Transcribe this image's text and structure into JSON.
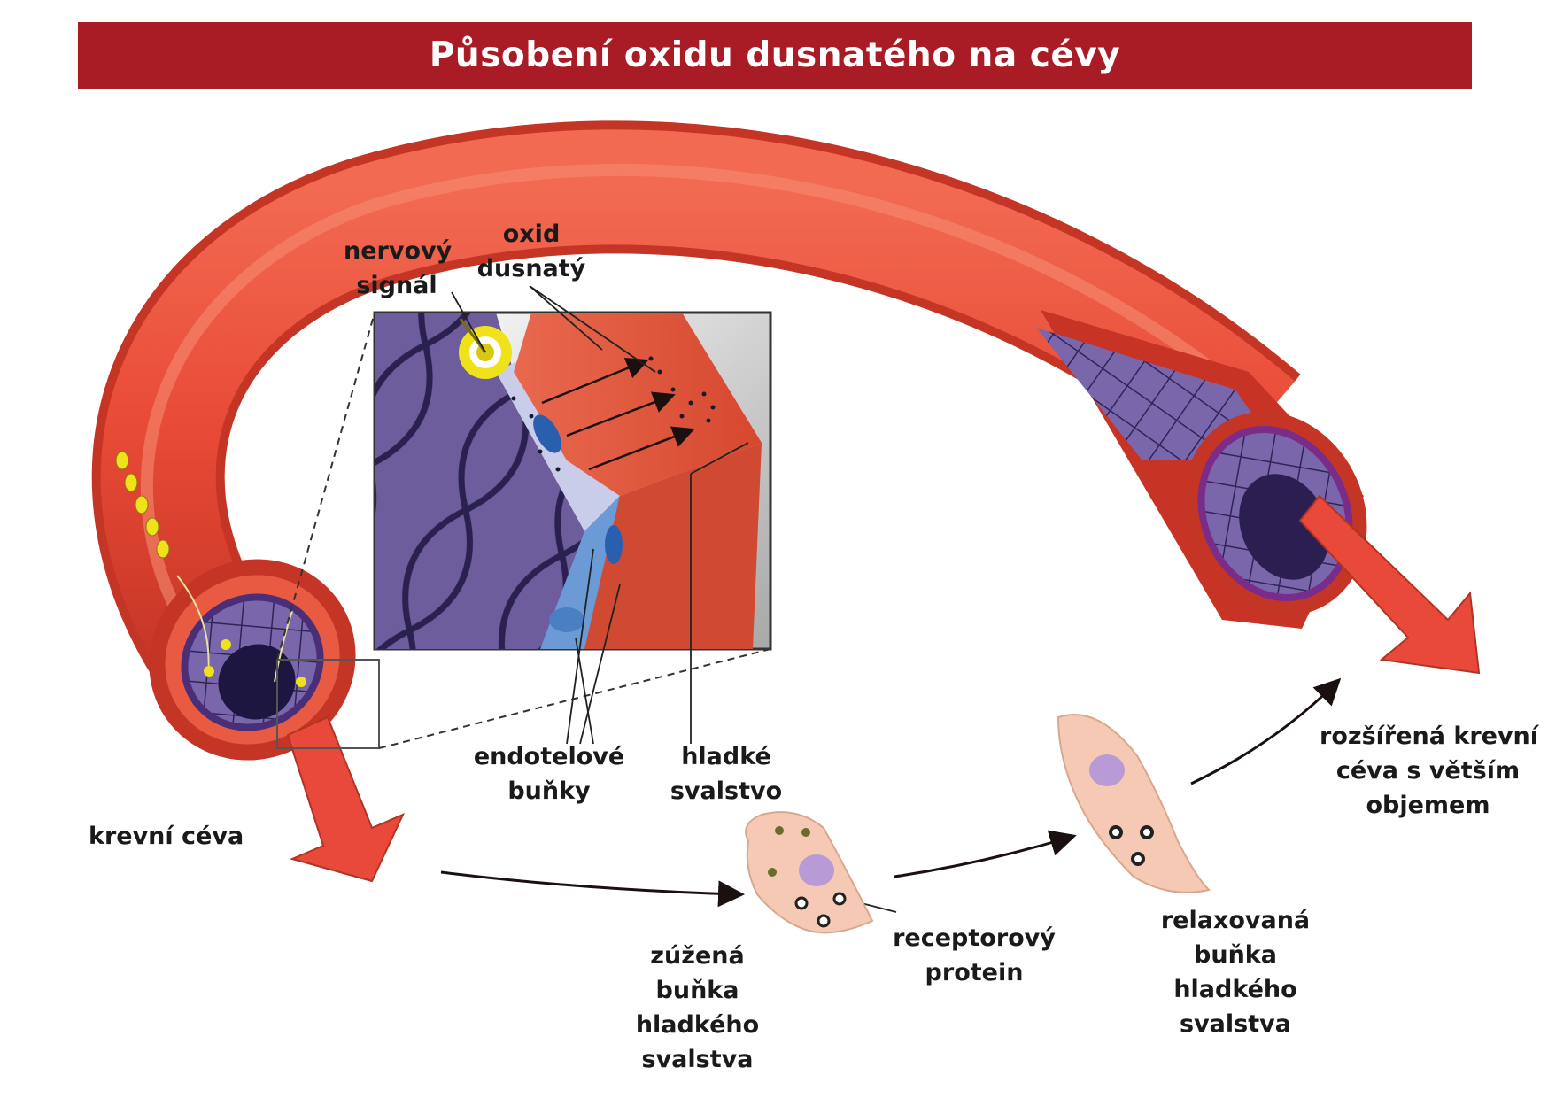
{
  "title": "Působení oxidu dusnatého na cévy",
  "labels": {
    "nerve_signal": [
      "nervový",
      "signál"
    ],
    "nitric_oxide": [
      "oxid",
      "dusnatý"
    ],
    "endothelial": [
      "endotelové",
      "buňky"
    ],
    "smooth_muscle": [
      "hladké",
      "svalstvo"
    ],
    "blood_vessel": [
      "krevní céva"
    ],
    "constricted_cell": [
      "zúžená",
      "buňka",
      "hladkého",
      "svalstva"
    ],
    "receptor": [
      "receptorový",
      "protein"
    ],
    "relaxed_cell": [
      "relaxovaná",
      "buňka",
      "hladkého",
      "svalstva"
    ],
    "dilated_vessel": [
      "rozšířená krevní",
      "céva s větším",
      "objemem"
    ]
  },
  "colors": {
    "title_bg": "#a91b25",
    "vessel": "#e8493a",
    "vessel_dark": "#c73426",
    "endothelium": "#6e5a9c",
    "cell": "#f6c9b4",
    "nucleus": "#b89ad6",
    "nerve": "#f0e21a"
  }
}
